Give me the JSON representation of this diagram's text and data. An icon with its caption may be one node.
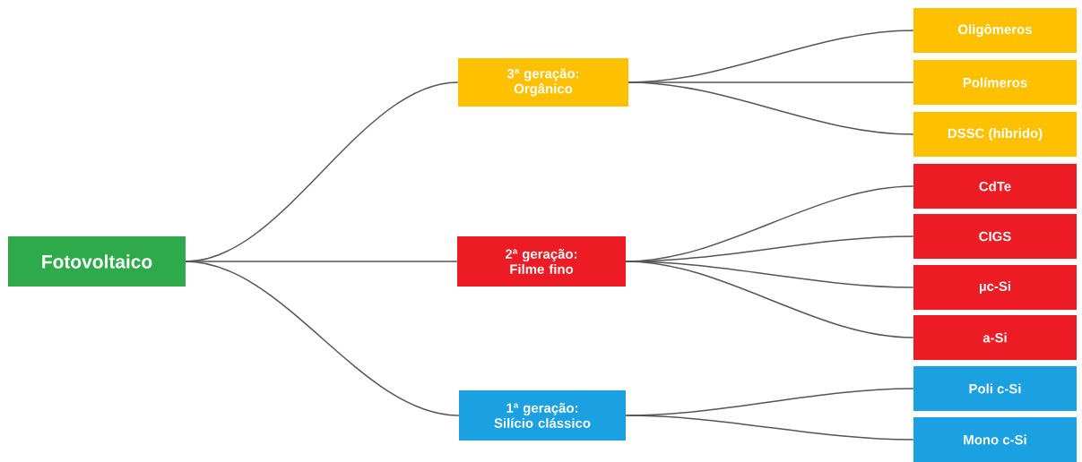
{
  "diagram": {
    "nodes": [
      {
        "text": [
          "Fotovoltaico"
        ]
      },
      {
        "text": [
          "3ª geração: Orgânico"
        ]
      },
      {
        "text": [
          "2ª geração: Filme fino"
        ]
      },
      {
        "text": [
          "1ª geração: Silício clássico"
        ]
      },
      {
        "text": [
          "Oligômeros"
        ]
      },
      {
        "text": [
          "Polímeros"
        ]
      },
      {
        "text": [
          "DSSC (híbrido)"
        ]
      },
      {
        "text": [
          "CdTe"
        ]
      },
      {
        "text": [
          "CIGS"
        ]
      },
      {
        "text": [
          "µc-Si"
        ]
      },
      {
        "text": [
          "a-Si"
        ]
      },
      {
        "text": [
          "Poli c-Si"
        ]
      },
      {
        "text": [
          "Mono c-Si"
        ]
      }
    ],
    "edges": [
      {
        "from": 0,
        "to": 1,
        "arrow": "none"
      },
      {
        "from": 0,
        "to": 2,
        "arrow": "none"
      },
      {
        "from": 0,
        "to": 3,
        "arrow": "none"
      },
      {
        "from": 1,
        "to": 4,
        "arrow": "none"
      },
      {
        "from": 1,
        "to": 5,
        "arrow": "none"
      },
      {
        "from": 1,
        "to": 6,
        "arrow": "none"
      },
      {
        "from": 2,
        "to": 7,
        "arrow": "none"
      },
      {
        "from": 2,
        "to": 8,
        "arrow": "none"
      },
      {
        "from": 2,
        "to": 9,
        "arrow": "none"
      },
      {
        "from": 2,
        "to": 10,
        "arrow": "none"
      },
      {
        "from": 3,
        "to": 11,
        "arrow": "none"
      },
      {
        "from": 3,
        "to": 12,
        "arrow": "none"
      }
    ]
  }
}
